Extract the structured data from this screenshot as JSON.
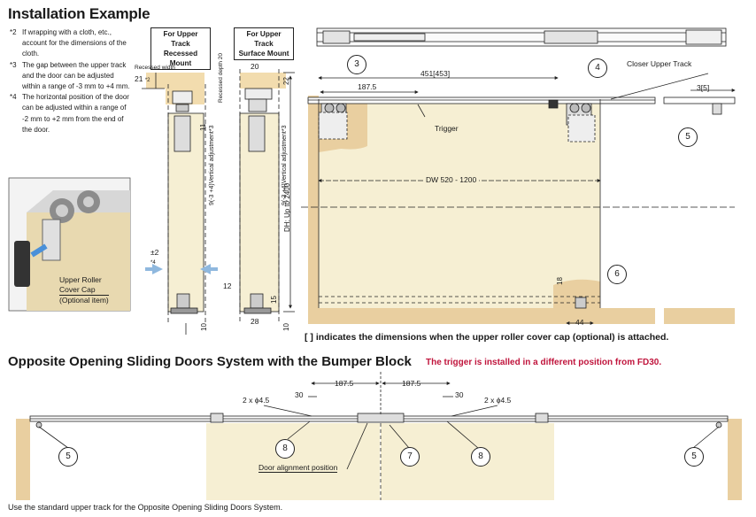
{
  "title": "Installation Example",
  "notes": [
    {
      "mark": "*2",
      "text": "If wrapping with a cloth, etc., account for the dimensions of the cloth."
    },
    {
      "mark": "*3",
      "text": "The gap between the upper track and the door can be adjusted within a range of -3 mm to +4 mm."
    },
    {
      "mark": "*4",
      "text": "The horizontal position of the door can be adjusted within a range of -2 mm to +2 mm from the end of the door."
    }
  ],
  "cover_cap_label": [
    "Upper Roller",
    "Cover Cap",
    "(Optional item)"
  ],
  "recessed": {
    "title": [
      "For Upper Track",
      "Recessed Mount"
    ],
    "recessed_width_label": "Recessed width",
    "recessed_width_value": "21",
    "recessed_width_mark": "*2",
    "recessed_depth_label": "Recessed depth 20",
    "vertical_adj": "9(-3 +4)Vertical adjustment*3",
    "dim_11": "11",
    "pm2": "±2",
    "pm2_mark": "*4",
    "dim_12": "12",
    "dim_10": "10"
  },
  "surface": {
    "title": [
      "For Upper Track",
      "Surface Mount"
    ],
    "dim_20": "20",
    "dim_22": "22",
    "vertical_adj": "9(-3 +4)Vertical adjustment*3",
    "dh": "DH: Up to 2400",
    "dim_15": "15",
    "dim_28": "28",
    "dim_10": "10"
  },
  "main_drawing": {
    "dim_451": "451[453]",
    "dim_187": "187.5",
    "closer_label": "Closer Upper Track",
    "dim_3": "3[5]",
    "trigger_label": "Trigger",
    "dw_label": "DW 520 - 1200",
    "dim_18": "18",
    "dim_44": "44",
    "callouts": [
      "3",
      "4",
      "5",
      "6"
    ]
  },
  "bracket_note": "[ ] indicates the dimensions when the upper roller cover cap (optional) is attached.",
  "section2": {
    "title": "Opposite Opening Sliding Doors System with the Bumper Block",
    "red_note": "The trigger is installed in a different position from FD30.",
    "dim_187_left": "187.5",
    "dim_187_right": "187.5",
    "dim_30_left": "30",
    "dim_30_right": "30",
    "hole_left": "2 x ϕ4.5",
    "hole_right": "2 x ϕ4.5",
    "door_alignment": "Door alignment position",
    "callouts": [
      "5",
      "8",
      "7",
      "8",
      "5"
    ]
  },
  "footer": "Use the standard upper track for the Opposite Opening Sliding Doors System.",
  "colors": {
    "door": "#f6efd3",
    "wood": "#e9cfa0",
    "grey": "#c9c9c9",
    "arrow": "#8fb8de",
    "accent": "#c0143c"
  }
}
